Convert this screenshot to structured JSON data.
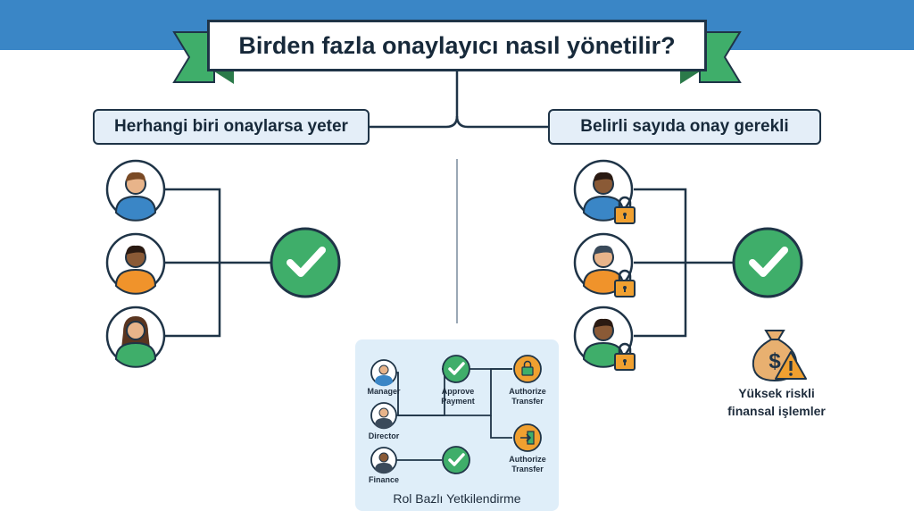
{
  "title": "Birden fazla onaylayıcı nasıl yönetilir?",
  "left_branch": {
    "label": "Herhangi biri onaylarsa yeter"
  },
  "right_branch": {
    "label": "Belirli sayıda onay gerekli"
  },
  "rbac": {
    "title": "Rol Bazlı Yetkilendirme",
    "roles": [
      "Manager",
      "Director",
      "Finance"
    ],
    "actions": {
      "approve_payment": "Approve Payment",
      "authorize_transfer_1": "Authorize Transfer",
      "authorize_transfer_2": "Authorize Transfer"
    }
  },
  "risk": {
    "line1": "Yüksek riskli",
    "line2": "finansal işlemler"
  },
  "colors": {
    "header_blue": "#3a86c6",
    "ribbon_green": "#3fae6a",
    "check_green": "#3fae6a",
    "lock_orange": "#f0a030",
    "outline_dark": "#1f3447",
    "label_bg": "#e4eef8"
  }
}
